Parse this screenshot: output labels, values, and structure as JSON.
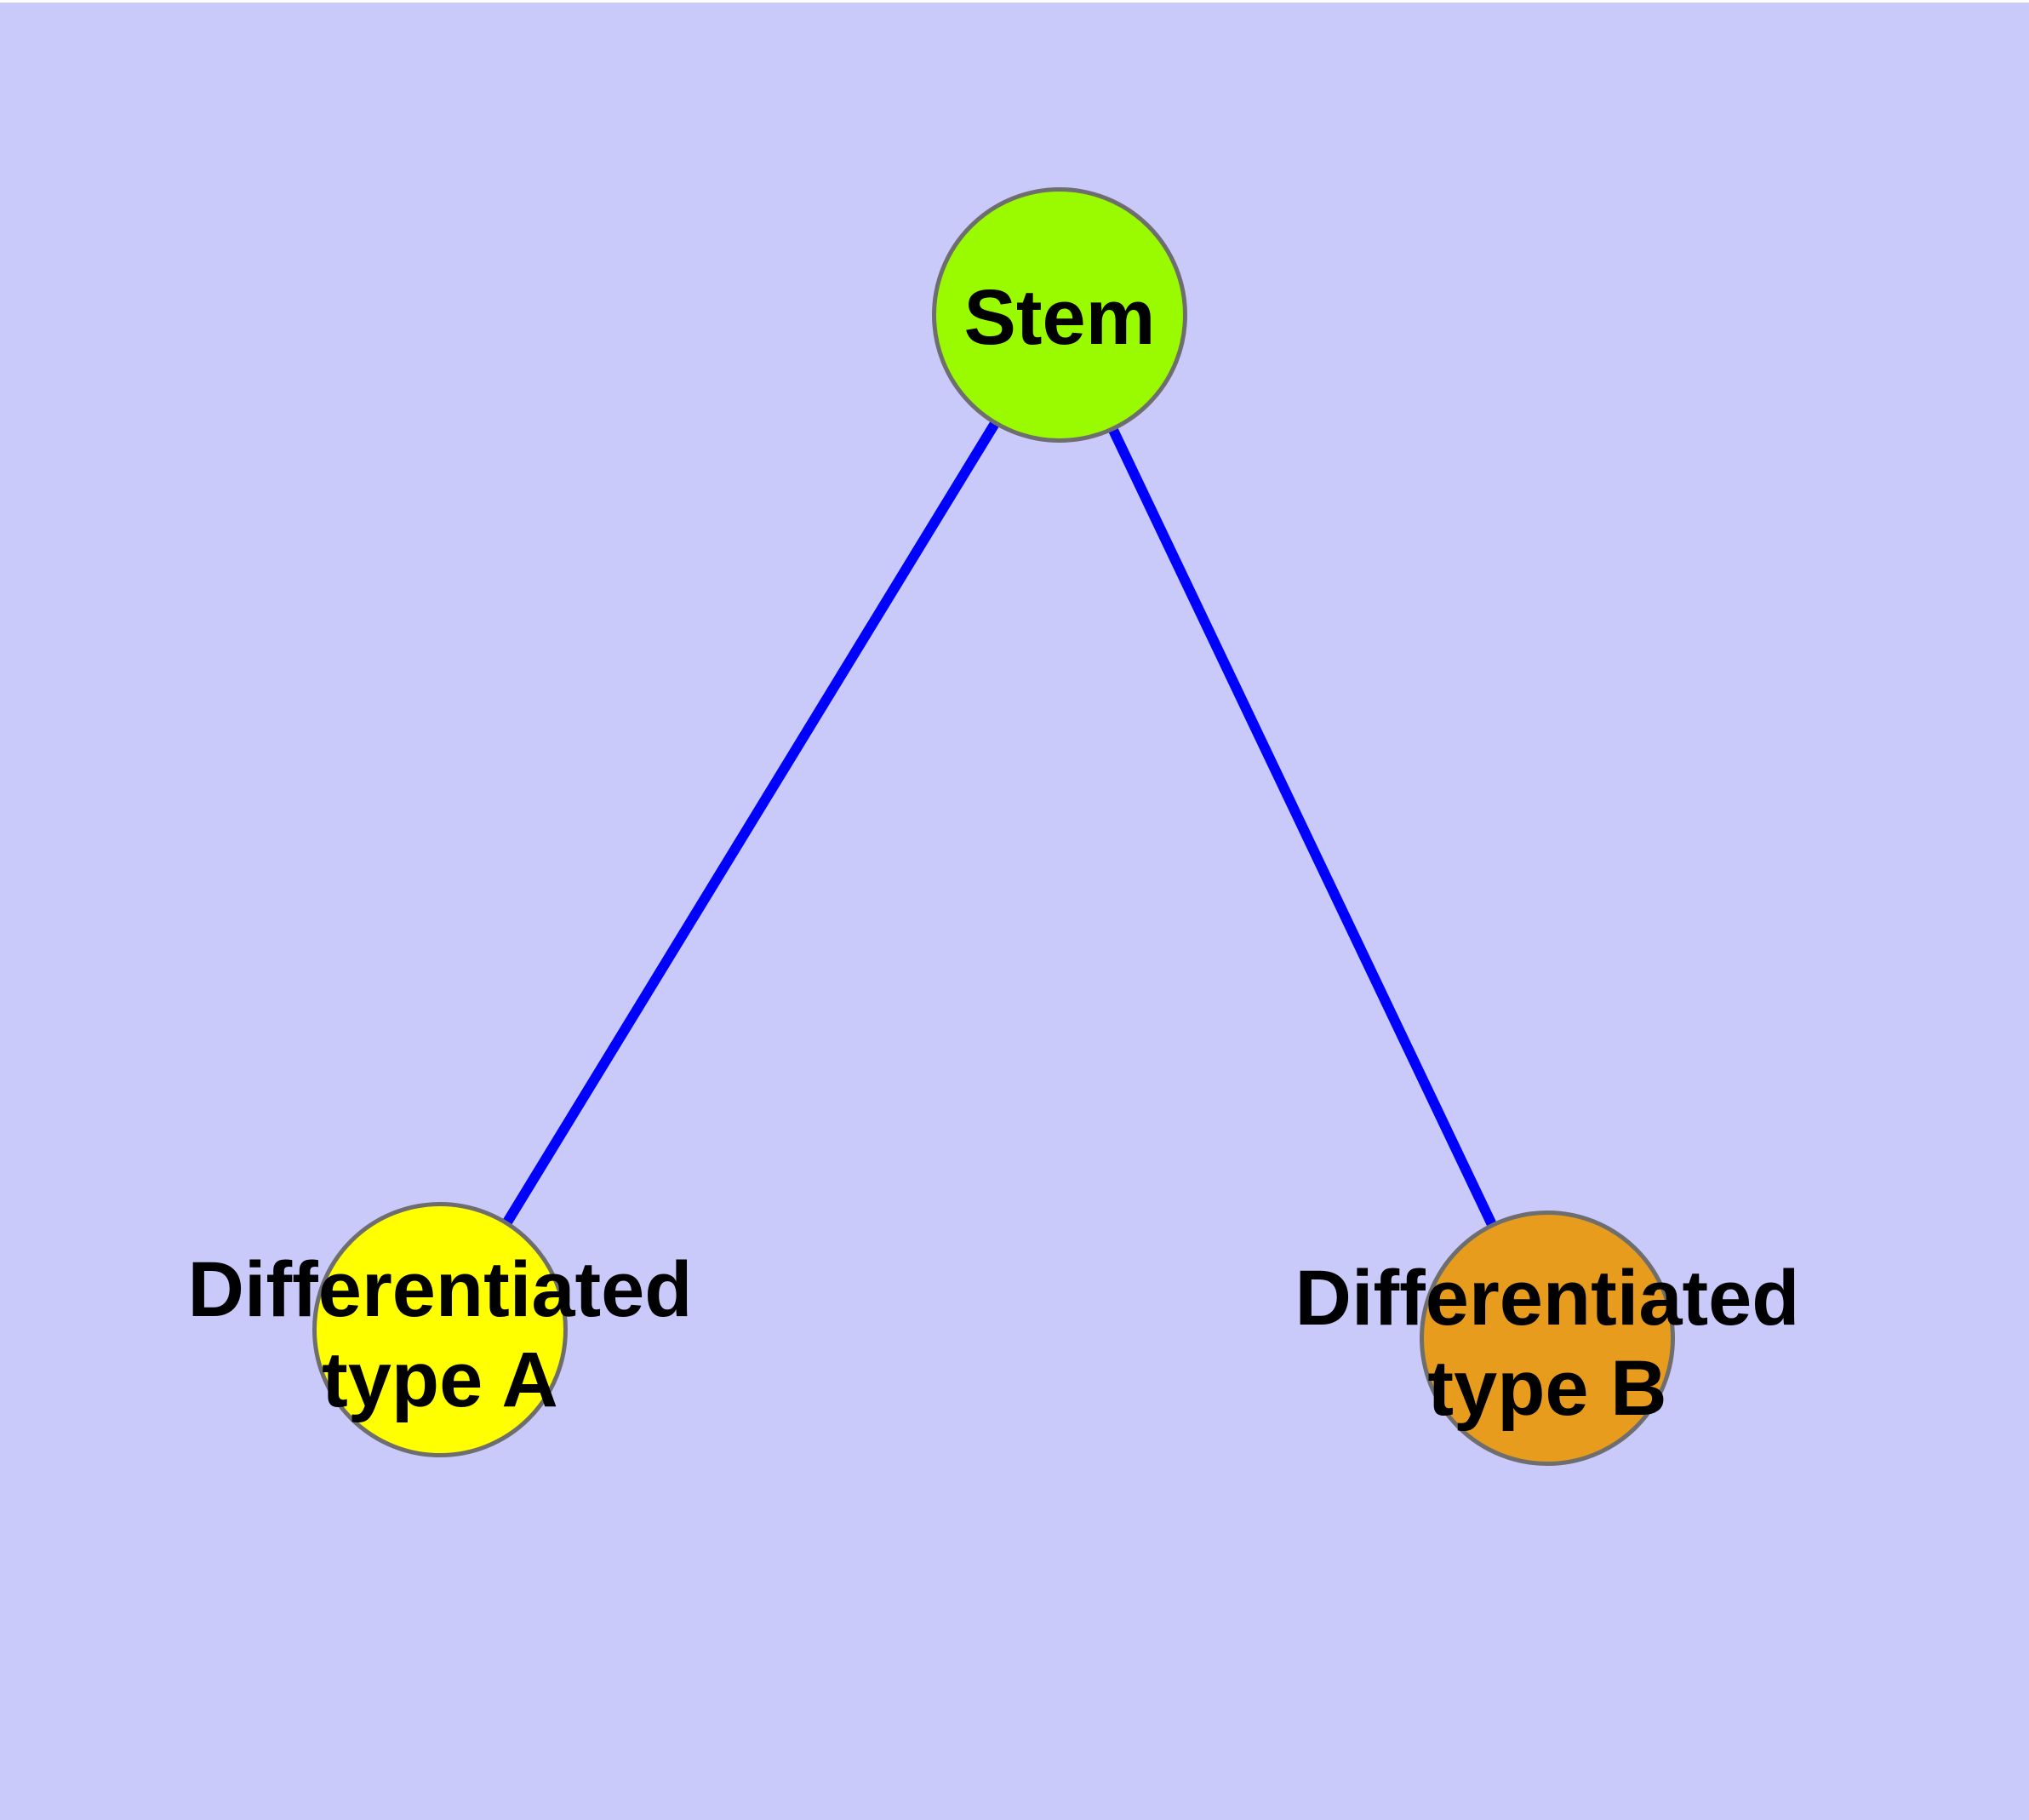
{
  "diagram": {
    "background_color": "#C9C9FA",
    "node_border_color": "#6E6E6E",
    "label_color": "#000000",
    "nodes": [
      {
        "id": "stem",
        "lines": [
          "Stem"
        ],
        "fill_color": "#9AFA00"
      },
      {
        "id": "differentiated-type-a",
        "lines": [
          "Differentiated",
          "type A"
        ],
        "fill_color": "#FFFF00"
      },
      {
        "id": "differentiated-type-b",
        "lines": [
          "Differentiated",
          "type B"
        ],
        "fill_color": "#E89C1D"
      }
    ],
    "edges": {
      "color": "#0000FF",
      "connections": [
        {
          "from": "Stem",
          "to": "Differentiated type A"
        },
        {
          "from": "Stem",
          "to": "Differentiated type B"
        }
      ]
    }
  }
}
